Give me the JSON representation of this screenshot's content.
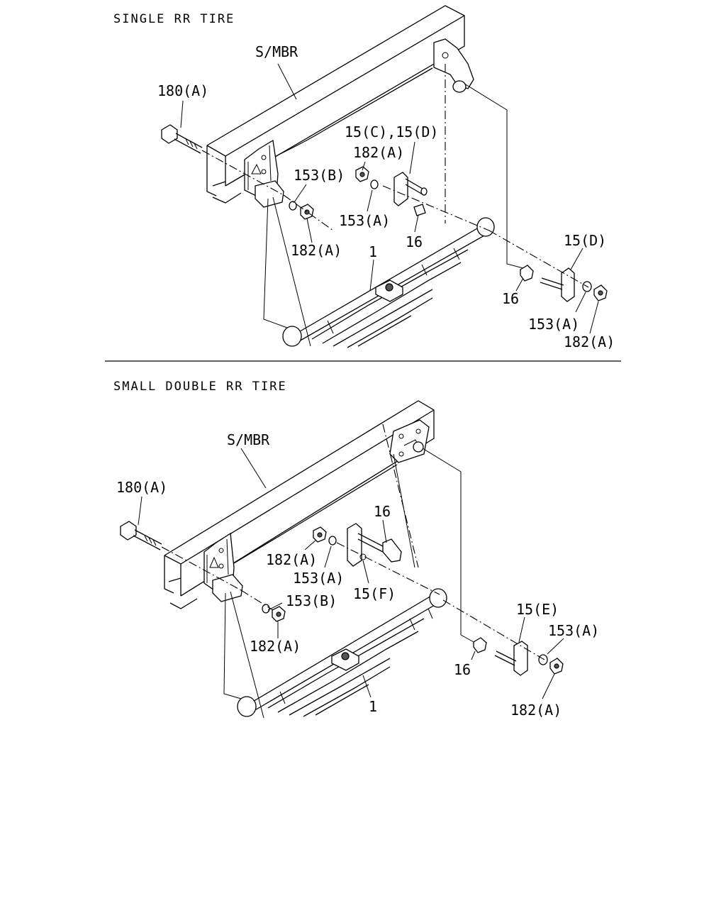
{
  "sections": [
    {
      "title": "SINGLE RR TIRE",
      "labels": {
        "frame": "S/MBR",
        "bolt": "180(A)",
        "shackle_pins": "15(C),15(D)",
        "nut_top": "182(A)",
        "washer_front": "153(B)",
        "nut_front": "182(A)",
        "washer_mid": "153(A)",
        "bushing_mid": "16",
        "spring": "1",
        "shackle_rear": "15(D)",
        "bushing_rear": "16",
        "washer_rear": "153(A)",
        "nut_rear": "182(A)"
      }
    },
    {
      "title": "SMALL DOUBLE RR TIRE",
      "labels": {
        "frame": "S/MBR",
        "bolt": "180(A)",
        "bushing_top": "16",
        "nut_mid": "182(A)",
        "washer_mid": "153(A)",
        "shackle_mid": "15(F)",
        "washer_front": "153(B)",
        "nut_front": "182(A)",
        "shackle_rear": "15(E)",
        "washer_rear": "153(A)",
        "bushing_rear": "16",
        "nut_rear": "182(A)",
        "spring": "1"
      }
    }
  ]
}
